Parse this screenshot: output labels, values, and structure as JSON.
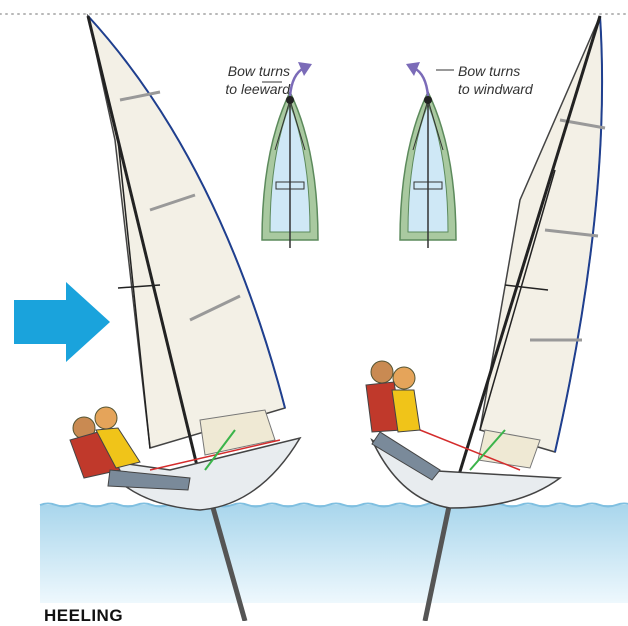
{
  "left_caption": {
    "line1": "Bow turns",
    "line2": "to leeward"
  },
  "right_caption": {
    "line1": "Bow turns",
    "line2": "to windward"
  },
  "heading": "HEELING",
  "icons": {
    "wind": "wind-arrow-icon",
    "turn_left": "curved-arrow-right-icon",
    "turn_right": "curved-arrow-left-icon"
  },
  "colors": {
    "wind_arrow": "#1aa3dc",
    "water_top": "#a9d6ec",
    "water_bottom": "#eef8fd",
    "sail": "#f3f0e6",
    "hull_topview": "#cfe8f6",
    "hull_edge": "#5c8a5c",
    "turn_arrow": "#7b6bb8",
    "dotted_line": "#b8b8b8"
  }
}
